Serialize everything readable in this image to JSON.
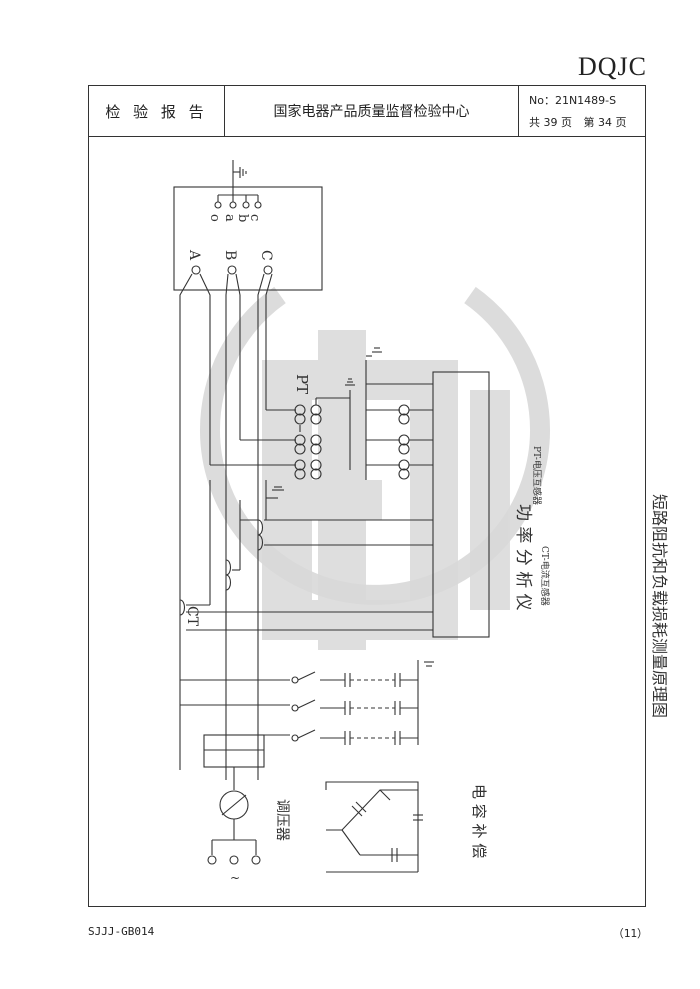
{
  "brand": "DQJC",
  "header": {
    "report_label": "检 验 报 告",
    "center_name": "国家电器产品质量监督检验中心",
    "report_no": "No：21N1489-S",
    "pages_total": "共 39 页",
    "page_current": "第 34 页"
  },
  "diagram": {
    "terminals_upper": [
      "o",
      "a",
      "b",
      "c"
    ],
    "terminals_hv": [
      "A",
      "B",
      "C"
    ],
    "pt_label": "PT",
    "ct_label": "CT",
    "analyzer_label": "功 率 分 析 仪",
    "pt_sensor_label": "PT-电压互感器",
    "ct_sensor_label": "CT-电流互感器",
    "title": "短路阻抗和负载损耗测量原理图",
    "regulator_label": "调压器",
    "capacitor_label": "电 容 补 偿",
    "tilde": "~"
  },
  "footer": {
    "code": "SJJJ-GB014",
    "page": "（11）"
  },
  "colors": {
    "line": "#333333",
    "watermark": "#d9d9d9"
  }
}
